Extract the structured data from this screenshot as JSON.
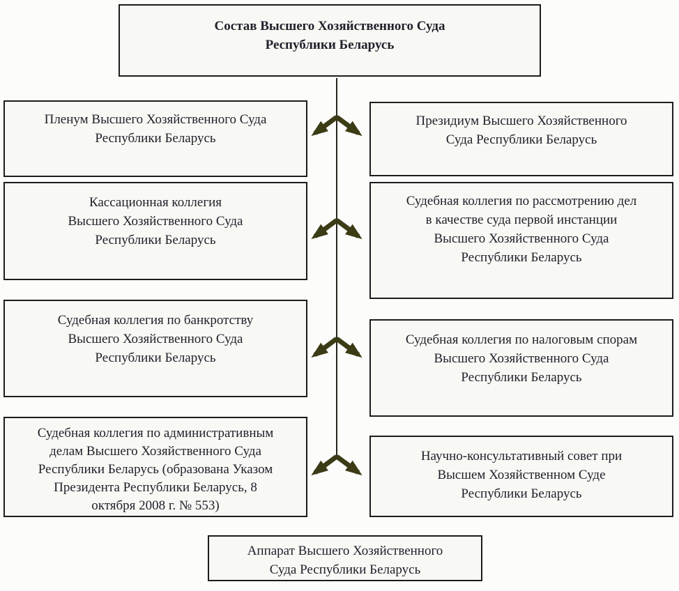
{
  "diagram": {
    "title": {
      "lines": [
        "Состав Высшего Хозяйственного Суда",
        "Республики Беларусь"
      ]
    },
    "boxes": {
      "plenum": {
        "lines": [
          "Пленум Высшего Хозяйственного Суда",
          "Республики Беларусь"
        ]
      },
      "presidium": {
        "lines": [
          "Президиум Высшего Хозяйственного",
          "Суда Республики Беларусь"
        ]
      },
      "cassation": {
        "lines": [
          "Кассационная коллегия",
          "Высшего Хозяйственного Суда",
          "Республики Беларусь"
        ]
      },
      "first_instance": {
        "lines": [
          "Судебная коллегия по рассмотрению дел",
          "в качестве суда первой инстанции",
          "Высшего Хозяйственного Суда",
          "Республики Беларусь"
        ]
      },
      "bankruptcy": {
        "lines": [
          "Судебная коллегия по банкротству",
          "Высшего Хозяйственного Суда",
          "Республики Беларусь"
        ]
      },
      "tax_disputes": {
        "lines": [
          "Судебная коллегия по налоговым спорам",
          "Высшего Хозяйственного Суда",
          "Республики Беларусь"
        ]
      },
      "administrative": {
        "lines": [
          "Судебная коллегия по административным",
          "делам Высшего Хозяйственного Суда",
          "Республики Беларусь (образована Указом",
          "Президента Республики Беларусь, 8",
          "октября 2008 г. № 553)"
        ]
      },
      "advisory_council": {
        "lines": [
          "Научно-консультативный совет при",
          "Высшем Хозяйственном Суде",
          "Республики Беларусь"
        ]
      },
      "apparat": {
        "lines": [
          "Аппарат Высшего Хозяйственного",
          "Суда Республики Беларусь"
        ]
      }
    },
    "colors": {
      "arrow": "#3b3b16",
      "border": "#1c1c1c",
      "box_background": "#f8f8f5"
    }
  }
}
